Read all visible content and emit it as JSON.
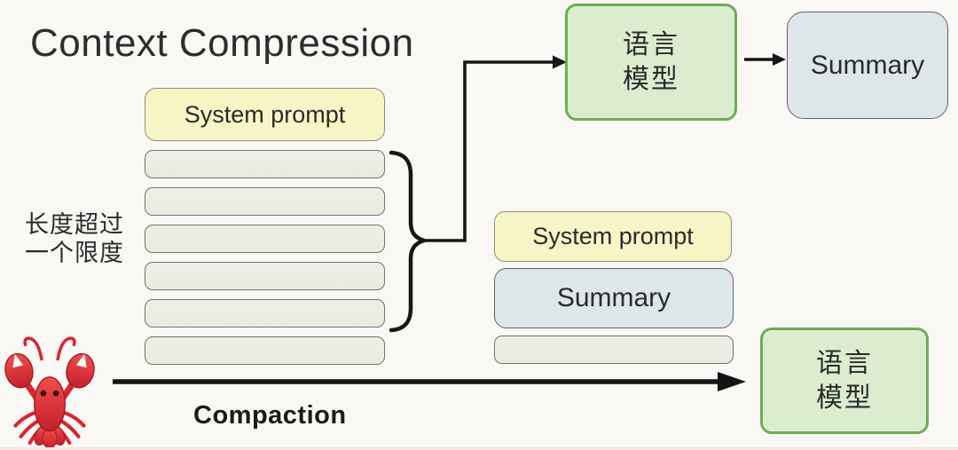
{
  "title": "Context Compression",
  "annotations": {
    "length_note_line1": "长度超过",
    "length_note_line2": "一个限度",
    "compaction_label": "Compaction"
  },
  "left_stack": {
    "system_prompt_label": "System prompt",
    "message_count": 6
  },
  "top_flow": {
    "model_label_line1": "语言",
    "model_label_line2": "模型",
    "summary_label": "Summary"
  },
  "compacted_stack": {
    "system_prompt_label": "System prompt",
    "summary_label": "Summary",
    "message_count": 1
  },
  "bottom_flow": {
    "model_label_line1": "语言",
    "model_label_line2": "模型"
  },
  "icons": {
    "lobster": "lobster-icon"
  },
  "colors": {
    "background": "#f9f8f5",
    "box_yellow_fill": "#f7f4c5",
    "box_yellow_border": "#8f8f75",
    "box_gray_fill": "#eaeee2",
    "box_gray_border": "#70756a",
    "box_blue_fill": "#dde6e8",
    "box_blue_border": "#5f6468",
    "box_green_fill": "#dcedcf",
    "box_green_border": "#6cae51",
    "line_color": "#1c1c1c",
    "text_color": "#2b2b2b",
    "lobster_red": "#e03038"
  }
}
